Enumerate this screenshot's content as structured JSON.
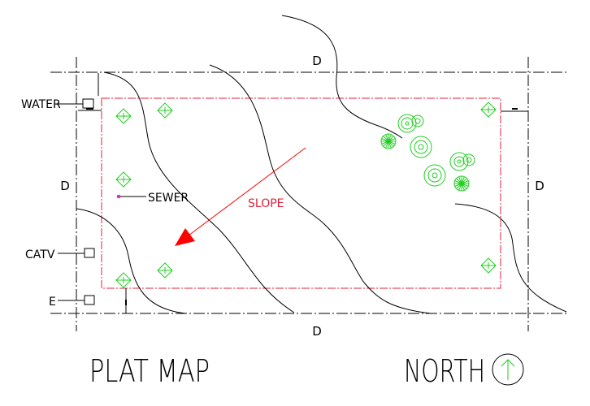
{
  "labels": {
    "drain_top": "D",
    "drain_left": "D",
    "drain_right": "D",
    "drain_bottom": "D",
    "water": "WATER",
    "sewer": "SEWER",
    "catv": "CATV",
    "electric": "E",
    "slope": "SLOPE",
    "title": "PLAT MAP",
    "north": "NORTH"
  },
  "colors": {
    "lines": "#000000",
    "setback": "#e0203a",
    "slope_arrow": "#ff0000",
    "vegetation": "#22cc22",
    "sewer_point": "#cc33cc"
  },
  "icons": {
    "north_arrow": "north-arrow-icon",
    "survey_marker": "diamond-marker-icon",
    "tree": "tree-symbol-icon",
    "shrub": "shrub-symbol-icon"
  }
}
